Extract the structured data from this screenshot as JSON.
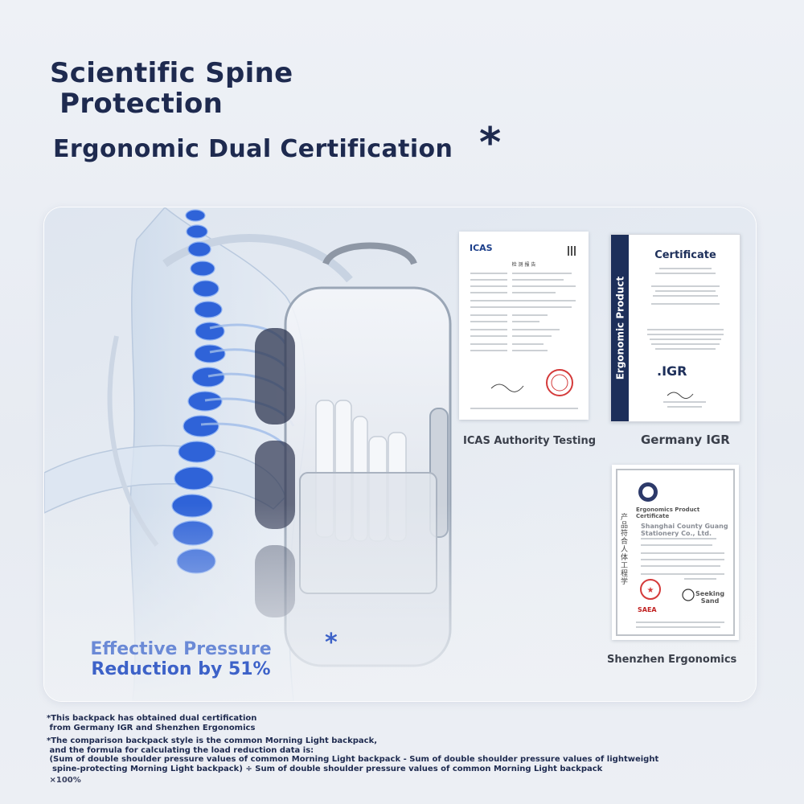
{
  "header": {
    "headline_line1": "Scientific Spine",
    "headline_line2": " Protection",
    "subhead": "Ergonomic Dual Certification",
    "asterisk": "*"
  },
  "illustration": {
    "pressure_line1": "Effective Pressure",
    "pressure_line2": "Reduction by 51%",
    "asterisk": "*"
  },
  "certificates": {
    "icas": {
      "caption": "ICAS Authority Testing",
      "logo": "ICAS",
      "title": "检 测 报 告"
    },
    "igr": {
      "caption": "Germany IGR",
      "band": "Ergonomic Product",
      "title": "Certificate",
      "logo": ".IGR"
    },
    "shenzhen": {
      "caption": "Shenzhen Ergonomics",
      "title_line1": "Ergonomics Product",
      "title_line2": "Certificate",
      "company_line1": "Shanghai County Guang",
      "company_line2": "Stationery Co., Ltd.",
      "side_text": "产品符合人体工程学",
      "seal_line1": "Seeking",
      "seal_line2": "Sand",
      "org": "SAEA"
    }
  },
  "footnotes": {
    "line1": "*This backpack has obtained dual certification",
    "line2": " from Germany IGR and Shenzhen Ergonomics",
    "line3": "*The comparison backpack style is the common Morning Light backpack,",
    "line4": " and the formula for calculating the load reduction data is:",
    "line5": " (Sum of double shoulder pressure values of common Morning Light backpack - Sum of double shoulder pressure values of lightweight",
    "line6": "  spine-protecting Morning Light backpack) ÷ Sum of double shoulder pressure values of common Morning Light backpack",
    "line7": " ×100%"
  },
  "colors": {
    "navy": "#1e2a4f",
    "spine_blue": "#2f63d8",
    "pressure_text": "#3d62c8"
  }
}
